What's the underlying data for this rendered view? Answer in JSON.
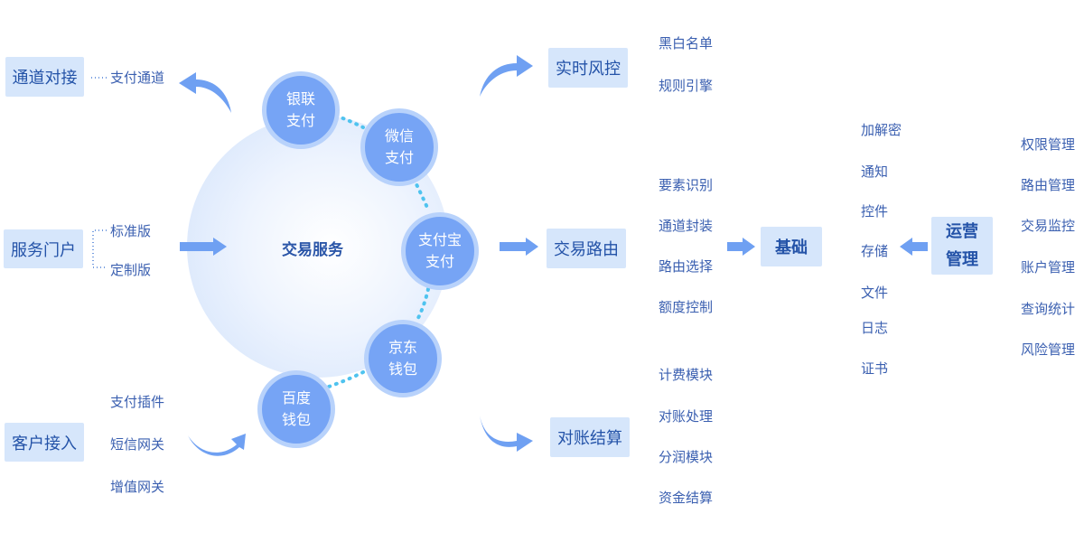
{
  "center": {
    "label": "交易服务"
  },
  "left": {
    "channel": {
      "title": "通道对接",
      "items": [
        "支付通道"
      ]
    },
    "portal": {
      "title": "服务门户",
      "items": [
        "标准版",
        "定制版"
      ]
    },
    "client": {
      "title": "客户接入",
      "items": [
        "支付插件",
        "短信网关",
        "增值网关"
      ]
    }
  },
  "circles": [
    {
      "line1": "银联",
      "line2": "支付"
    },
    {
      "line1": "微信",
      "line2": "支付"
    },
    {
      "line1": "支付宝",
      "line2": "支付"
    },
    {
      "line1": "京东",
      "line2": "钱包"
    },
    {
      "line1": "百度",
      "line2": "钱包"
    }
  ],
  "risk": {
    "title": "实时风控",
    "items": [
      "黑白名单",
      "规则引擎"
    ]
  },
  "routing": {
    "title": "交易路由",
    "items": [
      "要素识别",
      "通道封装",
      "路由选择",
      "额度控制"
    ]
  },
  "settle": {
    "title": "对账结算",
    "items": [
      "计费模块",
      "对账处理",
      "分润模块",
      "资金结算"
    ]
  },
  "base": {
    "title": "基础",
    "items": [
      "加解密",
      "通知",
      "控件",
      "存储",
      "文件",
      "日志",
      "证书"
    ]
  },
  "ops": {
    "title_line1": "运营",
    "title_line2": "管理",
    "items": [
      "权限管理",
      "路由管理",
      "交易监控",
      "账户管理",
      "查询统计",
      "风险管理"
    ]
  },
  "colors": {
    "box_bg": "#d6e6fb",
    "circle_fill": "#76a4f5",
    "circle_ring": "#b8d2fb",
    "arrow": "#6fa0f2",
    "dots": "#4fc3ef",
    "text": "#3a5fb0"
  }
}
